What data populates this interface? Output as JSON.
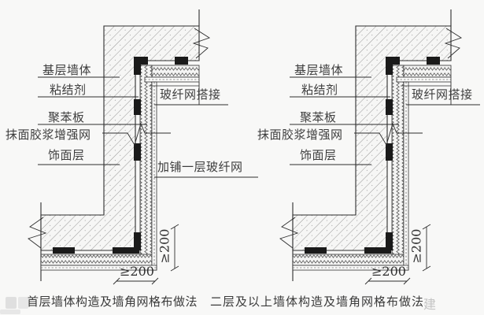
{
  "figure": {
    "left": {
      "caption": "首层墙体构造及墙角网格布做法",
      "labels": {
        "base_wall": "基层墙体",
        "adhesive": "粘结剂",
        "eps_board": "聚苯板",
        "render_mesh": "抹面胶浆增强网",
        "finish_coat": "饰面层",
        "mesh_overlap": "玻纤网搭接",
        "extra_mesh": "加铺一层玻纤网"
      },
      "dimensions": {
        "vertical": "≥200",
        "horizontal": "≥200"
      }
    },
    "right": {
      "caption": "二层及以上墙体构造及墙角网格布做法",
      "labels": {
        "base_wall": "基层墙体",
        "adhesive": "粘结剂",
        "eps_board": "聚苯板",
        "render_mesh": "抹面胶浆增强网",
        "finish_coat": "饰面层",
        "mesh_overlap": "玻纤网搭接"
      },
      "dimensions": {
        "vertical": "≥200",
        "horizontal": "≥200"
      }
    },
    "watermark": {
      "text": "建"
    },
    "colors": {
      "background": "#f8f8f7",
      "line": "#2e2e2e",
      "text": "#3d3d3d",
      "watermark": "#c4c4c4"
    }
  }
}
